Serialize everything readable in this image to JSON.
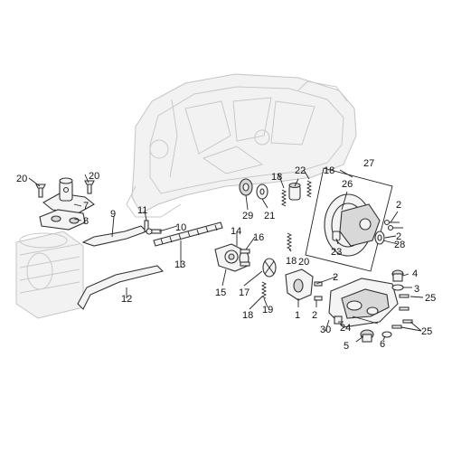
{
  "diagram": {
    "callouts": {
      "c1": "1",
      "c2a": "2",
      "c2b": "2",
      "c2c": "2",
      "c2d": "2",
      "c3": "3",
      "c4": "4",
      "c5": "5",
      "c6": "6",
      "c7": "7",
      "c8": "8",
      "c9": "9",
      "c10": "10",
      "c11": "11",
      "c12": "12",
      "c13": "13",
      "c14": "14",
      "c15": "15",
      "c16": "16",
      "c17": "17",
      "c18a": "18",
      "c18b": "18",
      "c18c": "18",
      "c19": "19",
      "c20a": "20",
      "c20b": "20",
      "c20c": "20",
      "c21": "21",
      "c22": "22",
      "c23": "23",
      "c24": "24",
      "c25a": "25",
      "c25b": "25",
      "c26": "26",
      "c27": "27",
      "c28": "28",
      "c29": "29",
      "c30": "30"
    },
    "colors": {
      "line": "#222222",
      "ghost": "#c9c9c9",
      "background": "#ffffff"
    }
  }
}
